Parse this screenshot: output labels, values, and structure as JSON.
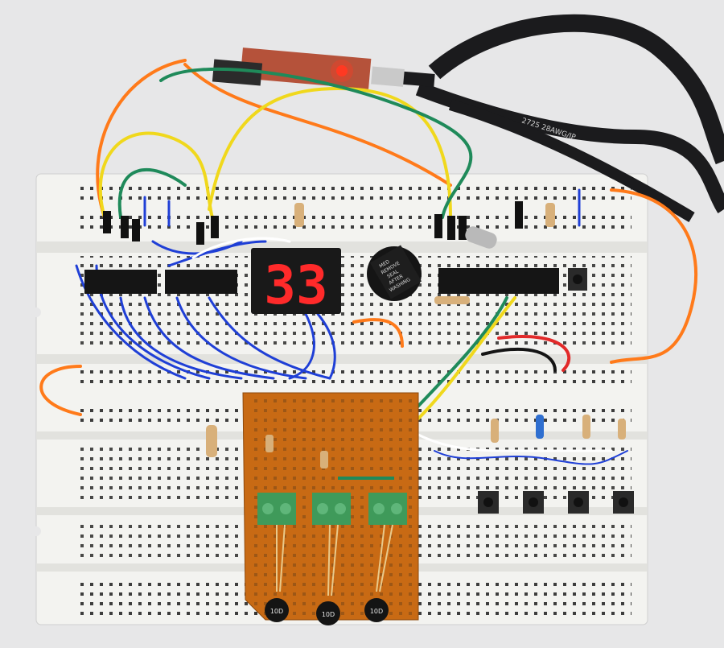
{
  "display": {
    "digits": "33",
    "color": "#ff2a2a"
  },
  "buzzer": {
    "lines": [
      "MED",
      "REMOVE",
      "SEAL",
      "AFTER",
      "WASHING"
    ]
  },
  "cable": {
    "print": "2725 28AWG/IP",
    "color": "#1b1b1d"
  },
  "thermistors": {
    "labels": [
      "10D",
      "10D",
      "10D"
    ]
  },
  "colors": {
    "breadboard": "#f4f4f1",
    "perfboard": "#c86a14",
    "terminal": "#3f9a5a",
    "wire_blue": "#1f3fd6",
    "wire_orange": "#ff7a1a",
    "wire_yellow": "#f0d81c",
    "wire_green": "#1f8a5a"
  }
}
